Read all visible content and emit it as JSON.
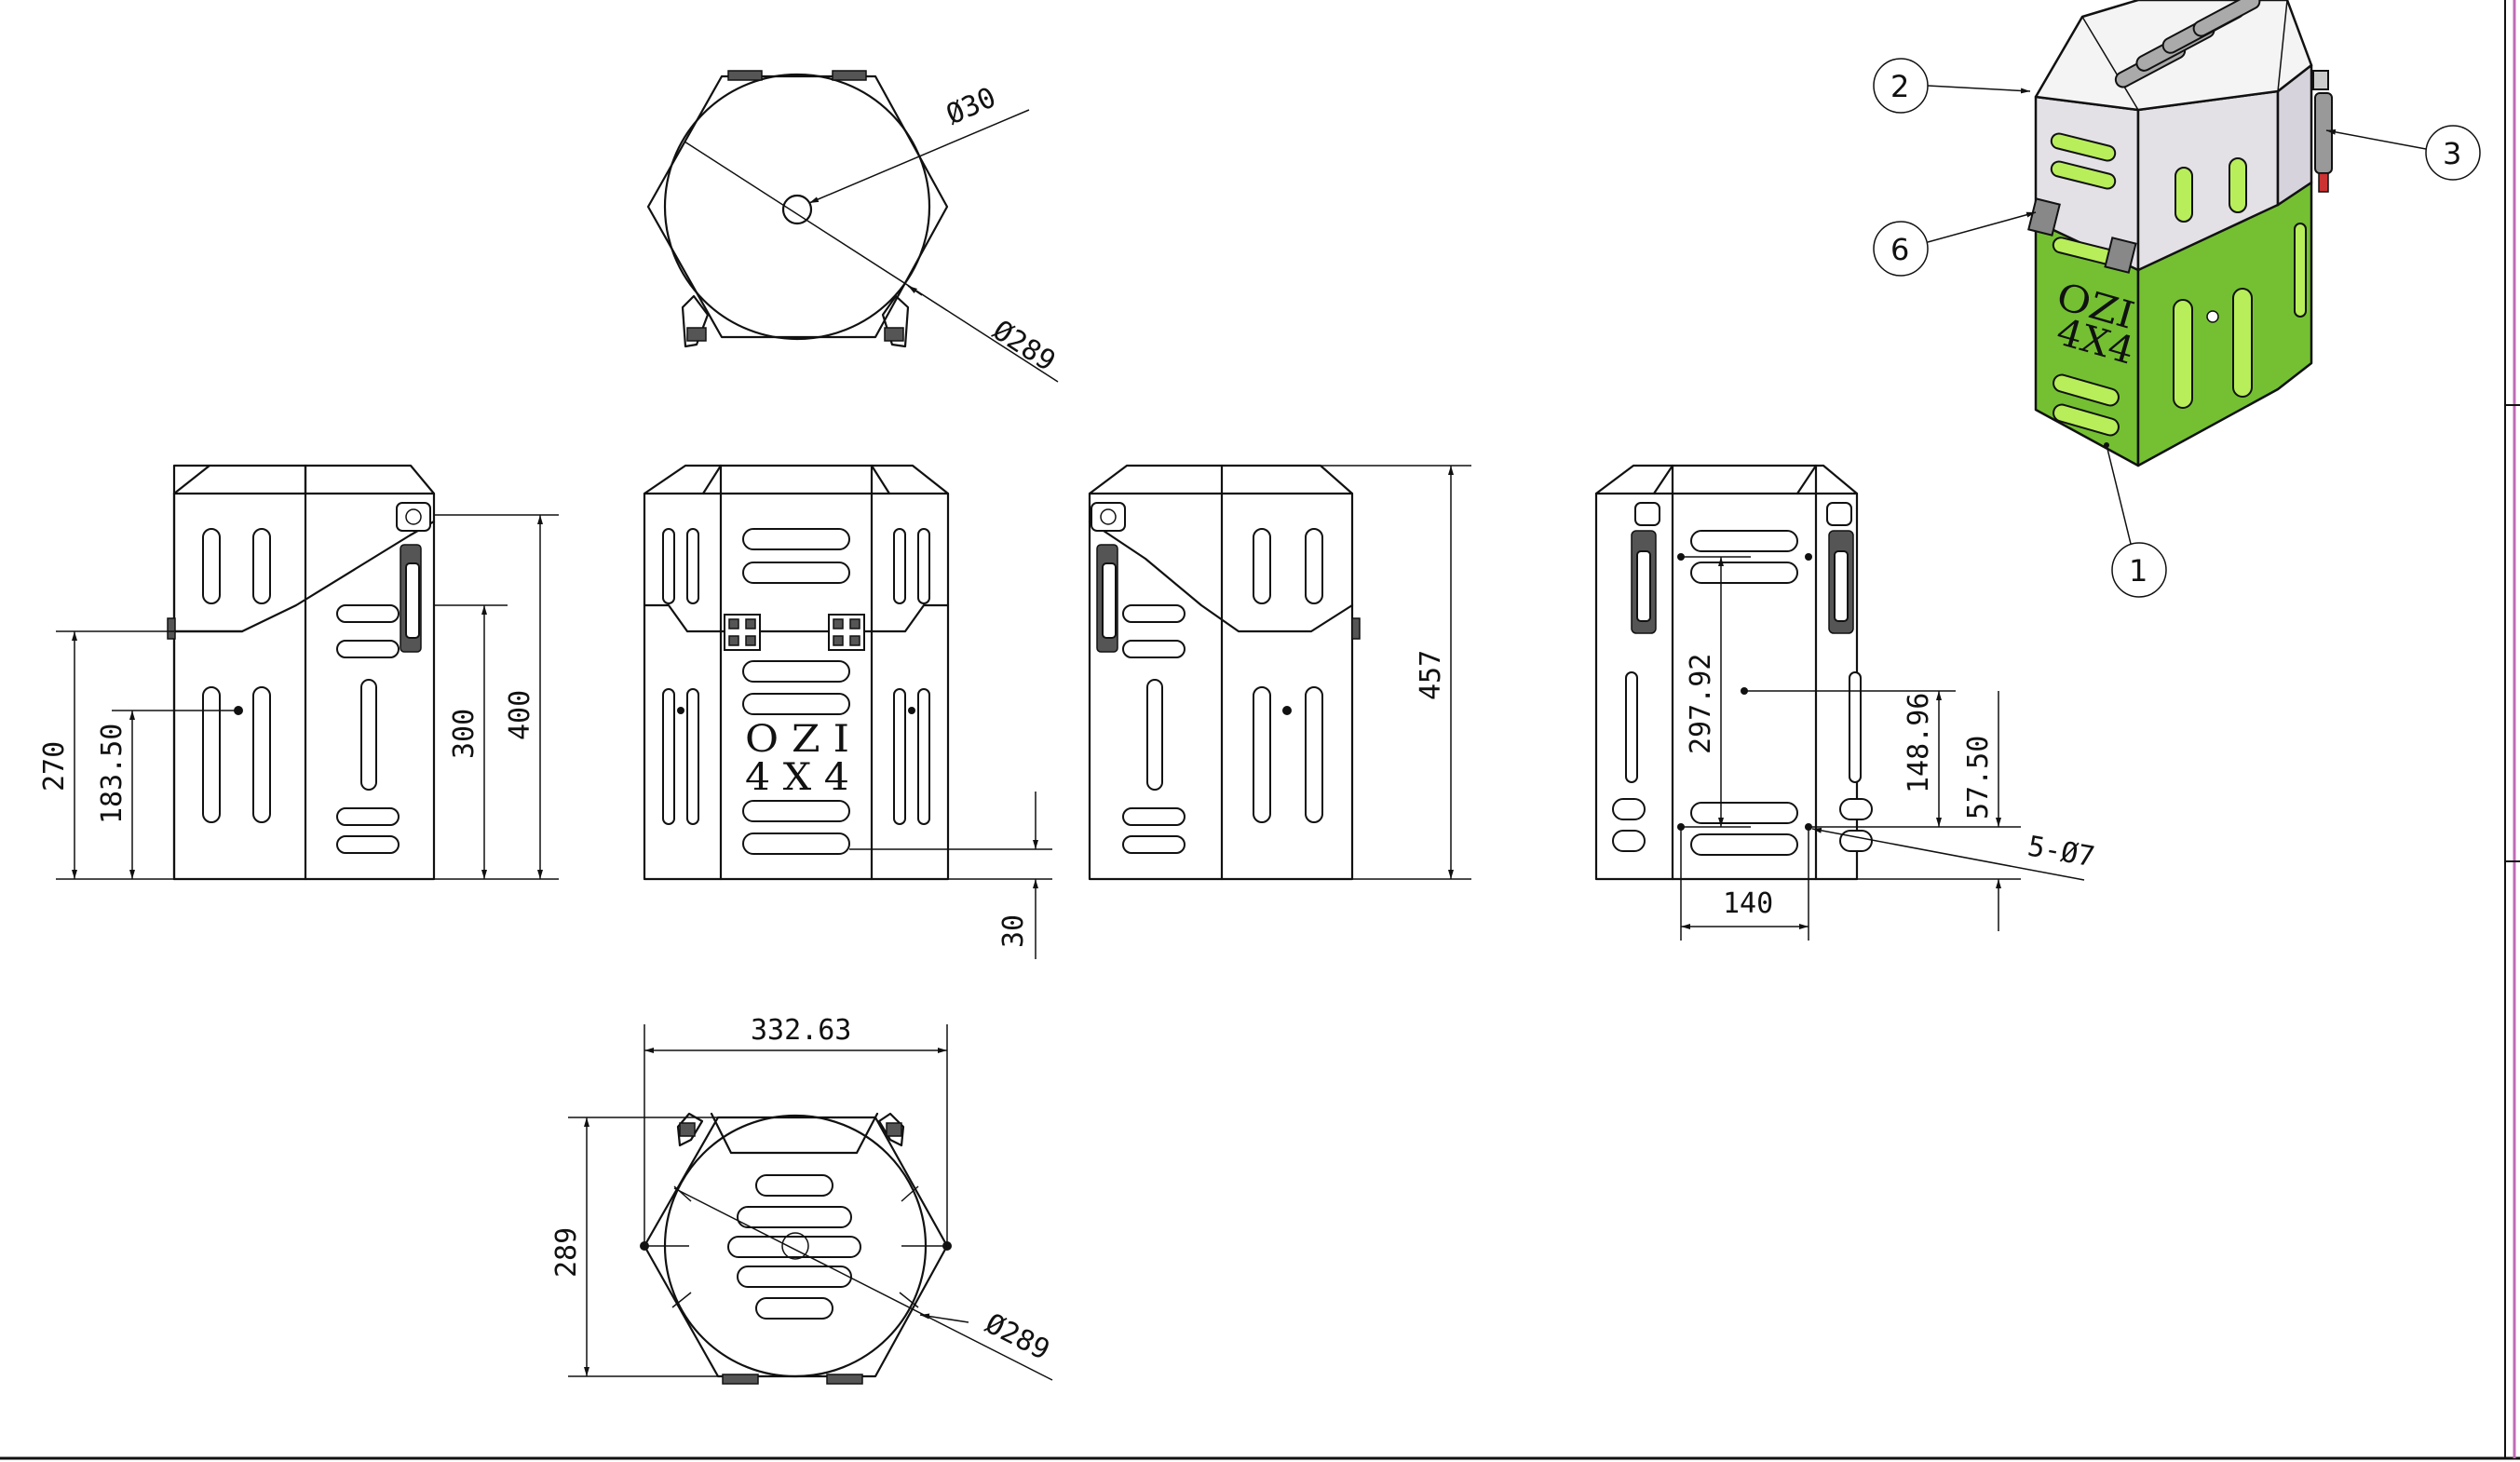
{
  "dimensions": {
    "top_center_dia": "Ø30",
    "top_body_dia": "Ø289",
    "left_height_1": "270",
    "left_height_2": "183.50",
    "left_height_3": "300",
    "left_height_4": "400",
    "front_bottom_gap": "30",
    "side_height": "457",
    "back_hole_spacing_v": "297.92",
    "back_height_1": "148.96",
    "back_height_2": "57.50",
    "back_holes": "5-Ø7",
    "back_hole_spacing_h": "140",
    "bottom_width": "332.63",
    "bottom_depth": "289",
    "bottom_dia": "Ø289"
  },
  "lettering": {
    "row1": "O Z I",
    "row2": "4 X 4",
    "iso_row1": "OZI",
    "iso_row2": "4X4"
  },
  "balloons": [
    "1",
    "2",
    "3",
    "6"
  ],
  "colors": {
    "green": "#74c032",
    "light_green": "#b8ee5a",
    "panel_grey": "#e3e0e6",
    "line": "#111111",
    "border_magenta": "#c06bb8"
  }
}
